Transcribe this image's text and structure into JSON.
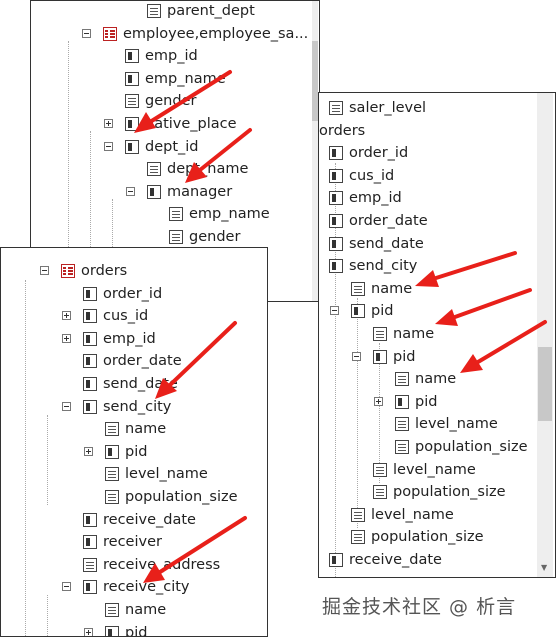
{
  "panel_a": {
    "rows": [
      {
        "label": "parent_dept",
        "icon": "field"
      },
      {
        "label": "employee,employee_sa...",
        "icon": "table",
        "toggle": "minus"
      },
      {
        "label": "emp_id",
        "icon": "record"
      },
      {
        "label": "emp_name",
        "icon": "record"
      },
      {
        "label": "gender",
        "icon": "field"
      },
      {
        "label": "native_place",
        "icon": "record",
        "toggle": "plus"
      },
      {
        "label": "dept_id",
        "icon": "record",
        "toggle": "minus"
      },
      {
        "label": "dept_name",
        "icon": "field"
      },
      {
        "label": "manager",
        "icon": "record",
        "toggle": "minus"
      },
      {
        "label": "emp_name",
        "icon": "field"
      },
      {
        "label": "gender",
        "icon": "field"
      }
    ]
  },
  "panel_b": {
    "rows": [
      {
        "label": "saler_level",
        "icon": "field"
      },
      {
        "label": "orders",
        "icon": "none"
      },
      {
        "label": "order_id",
        "icon": "record"
      },
      {
        "label": "cus_id",
        "icon": "record"
      },
      {
        "label": "emp_id",
        "icon": "record"
      },
      {
        "label": "order_date",
        "icon": "record"
      },
      {
        "label": "send_date",
        "icon": "record"
      },
      {
        "label": "send_city",
        "icon": "record"
      },
      {
        "label": "name",
        "icon": "field"
      },
      {
        "label": "pid",
        "icon": "record",
        "toggle": "minus"
      },
      {
        "label": "name",
        "icon": "field"
      },
      {
        "label": "pid",
        "icon": "record",
        "toggle": "minus"
      },
      {
        "label": "name",
        "icon": "field"
      },
      {
        "label": "pid",
        "icon": "record",
        "toggle": "plus"
      },
      {
        "label": "level_name",
        "icon": "field"
      },
      {
        "label": "population_size",
        "icon": "field"
      },
      {
        "label": "level_name",
        "icon": "field"
      },
      {
        "label": "population_size",
        "icon": "field"
      },
      {
        "label": "level_name",
        "icon": "field"
      },
      {
        "label": "population_size",
        "icon": "field"
      },
      {
        "label": "receive_date",
        "icon": "record"
      }
    ]
  },
  "panel_c": {
    "rows": [
      {
        "label": "orders",
        "icon": "table",
        "toggle": "minus"
      },
      {
        "label": "order_id",
        "icon": "record"
      },
      {
        "label": "cus_id",
        "icon": "record",
        "toggle": "plus"
      },
      {
        "label": "emp_id",
        "icon": "record",
        "toggle": "plus"
      },
      {
        "label": "order_date",
        "icon": "record"
      },
      {
        "label": "send_date",
        "icon": "record"
      },
      {
        "label": "send_city",
        "icon": "record",
        "toggle": "minus"
      },
      {
        "label": "name",
        "icon": "field"
      },
      {
        "label": "pid",
        "icon": "record",
        "toggle": "plus"
      },
      {
        "label": "level_name",
        "icon": "field"
      },
      {
        "label": "population_size",
        "icon": "field"
      },
      {
        "label": "receive_date",
        "icon": "record"
      },
      {
        "label": "receiver",
        "icon": "record"
      },
      {
        "label": "receive_address",
        "icon": "field"
      },
      {
        "label": "receive_city",
        "icon": "record",
        "toggle": "minus"
      },
      {
        "label": "name",
        "icon": "field"
      },
      {
        "label": "pid",
        "icon": "record",
        "toggle": "plus"
      }
    ]
  },
  "watermark": "掘金技术社区 @ 析言",
  "colors": {
    "arrow": "#e8201a",
    "table_icon": "#b22222"
  }
}
